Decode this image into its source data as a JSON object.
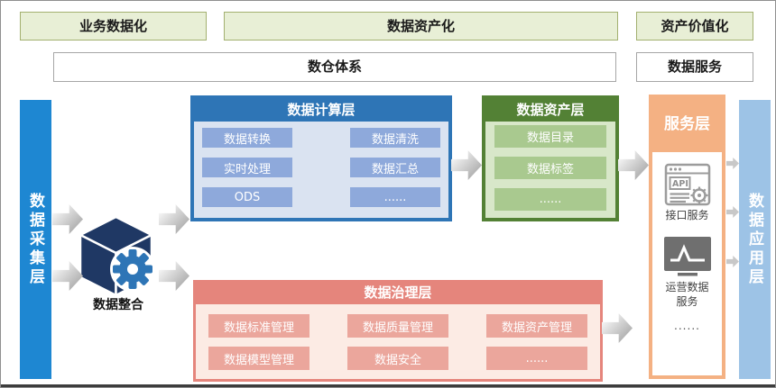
{
  "banners": [
    {
      "label": "业务数据化"
    },
    {
      "label": "数据资产化"
    },
    {
      "label": "资产价值化"
    }
  ],
  "systems": [
    {
      "label": "数仓体系"
    },
    {
      "label": "数据服务"
    }
  ],
  "collection_layer": {
    "label": "数据采集层"
  },
  "application_layer": {
    "label": "数据应用层"
  },
  "integration": {
    "label": "数据整合",
    "icon": "cube-gear-icon"
  },
  "compute_layer": {
    "title": "数据计算层",
    "items": [
      "数据转换",
      "数据清洗",
      "实时处理",
      "数据汇总",
      "ODS",
      "......"
    ]
  },
  "asset_layer": {
    "title": "数据资产层",
    "items": [
      "数据目录",
      "数据标签",
      "......"
    ]
  },
  "governance_layer": {
    "title": "数据治理层",
    "items": [
      "数据标准管理",
      "数据质量管理",
      "数据资产管理",
      "数据模型管理",
      "数据安全",
      "......"
    ]
  },
  "service_layer": {
    "title": "服务层",
    "services": [
      {
        "icon": "api-browser-icon",
        "label": "接口服务"
      },
      {
        "icon": "monitor-chart-icon",
        "label": "运营数据服务"
      }
    ],
    "more": "......"
  },
  "colors": {
    "banner_fill": "#e8efd6",
    "banner_border": "#a3b070",
    "collection_bar": "#1e87d2",
    "application_bar": "#9dc3e6",
    "compute_header": "#2e75b6",
    "compute_item": "#8ea9db",
    "compute_body": "#dae3f1",
    "asset_header": "#538135",
    "asset_item": "#a9c98f",
    "asset_body": "#d8e7c9",
    "governance_header": "#e5857c",
    "governance_item": "#eba69c",
    "governance_body": "#fcebe4",
    "service_fill": "#f4b183",
    "cube": "#1f3864",
    "gear": "#2e75b6"
  }
}
